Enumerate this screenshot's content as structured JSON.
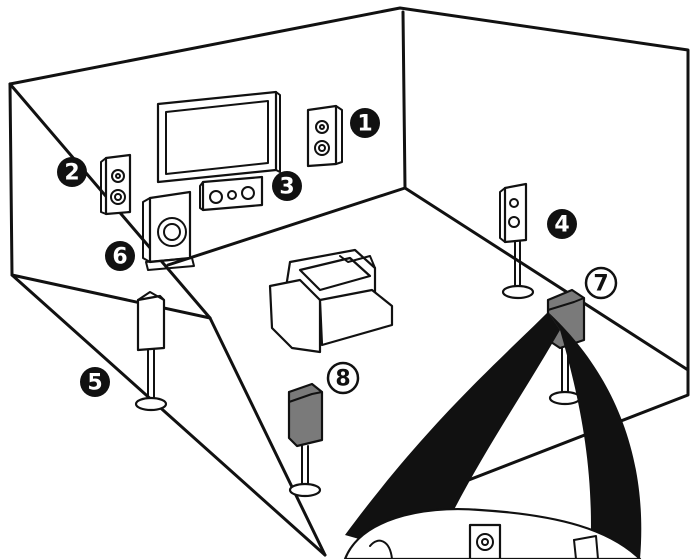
{
  "labels": [
    {
      "id": "1",
      "text": "1",
      "style": "solid"
    },
    {
      "id": "2",
      "text": "2",
      "style": "solid"
    },
    {
      "id": "3",
      "text": "3",
      "style": "solid"
    },
    {
      "id": "4",
      "text": "4",
      "style": "solid"
    },
    {
      "id": "5",
      "text": "5",
      "style": "solid"
    },
    {
      "id": "6",
      "text": "6",
      "style": "solid"
    },
    {
      "id": "7",
      "text": "7",
      "style": "outline"
    },
    {
      "id": "8",
      "text": "8",
      "style": "outline"
    }
  ],
  "colors": {
    "line": "#111111",
    "background": "#ffffff",
    "highlight_speaker": "#7a7a7a"
  }
}
